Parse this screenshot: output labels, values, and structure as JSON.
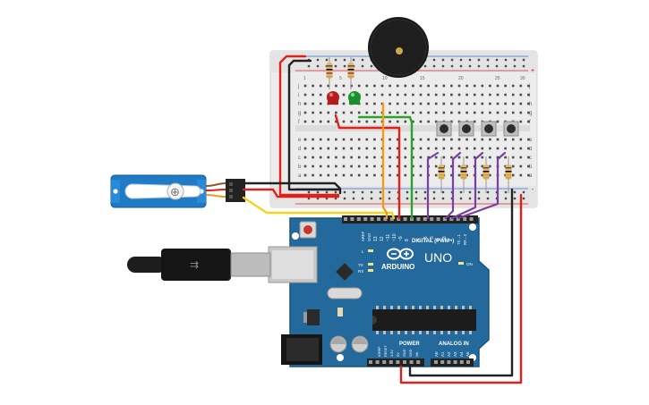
{
  "breadboard": {
    "row_numbers": [
      "1",
      "5",
      "10",
      "15",
      "20",
      "25",
      "30"
    ],
    "row_letters_top": [
      "j",
      "i",
      "h",
      "g",
      "f"
    ],
    "row_letters_bottom": [
      "e",
      "d",
      "c",
      "b",
      "a"
    ],
    "rail_plus": "+",
    "rail_minus": "-"
  },
  "arduino": {
    "brand": "ARDUINO",
    "model": "UNO",
    "section_digital": "DIGITAL (PWM~)",
    "section_power": "POWER",
    "section_analog": "ANALOG IN",
    "aref": "AREF",
    "gnd": "GND",
    "pins_digital": [
      "13",
      "12",
      "~11",
      "~10",
      "~9",
      "8",
      "7",
      "~6",
      "~5",
      "4",
      "~3",
      "2",
      "TX→1",
      "RX←0"
    ],
    "pins_power": [
      "IOREF",
      "RESET",
      "3.3V",
      "5V",
      "GND",
      "GND",
      "Vin"
    ],
    "pins_analog": [
      "A0",
      "A1",
      "A2",
      "A3",
      "A4",
      "A5"
    ],
    "led_l": "L",
    "led_tx": "TX",
    "led_rx": "RX",
    "led_on": "ON"
  },
  "colors": {
    "wire_red": "#e0201b",
    "wire_black": "#222222",
    "wire_orange": "#f29a1c",
    "wire_green": "#29a329",
    "wire_purple": "#7b3fa3",
    "wire_yellow": "#f5d518",
    "board_blue": "#23699b",
    "breadboard": "#ececec"
  }
}
